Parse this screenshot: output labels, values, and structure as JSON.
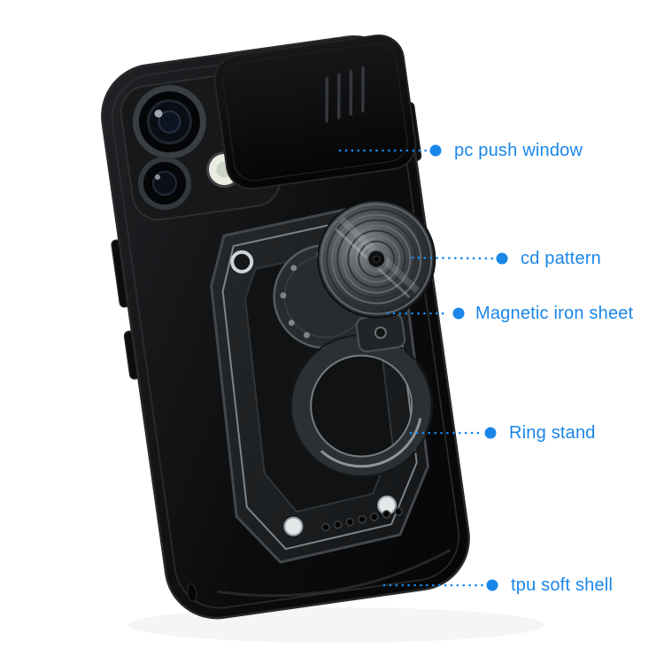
{
  "colors": {
    "accent": "#1a86e8",
    "background": "#ffffff",
    "case_black": "#0e0f10",
    "metal_silver": "#8e959a",
    "flash_white": "#e9ece0"
  },
  "product": {
    "type": "armor phone case with slide camera cover and ring kickstand",
    "case_color": "black"
  },
  "callouts": [
    {
      "id": "pc-push-window",
      "label": "pc push window",
      "line_from": [
        384,
        170
      ],
      "dot": [
        492,
        170
      ],
      "text": [
        513,
        170
      ]
    },
    {
      "id": "cd-pattern",
      "label": "cd pattern",
      "line_from": [
        466,
        291
      ],
      "dot": [
        567,
        292
      ],
      "text": [
        588,
        292
      ]
    },
    {
      "id": "magnetic-iron-sheet",
      "label": "Magnetic iron sheet",
      "line_from": [
        438,
        354
      ],
      "dot": [
        518,
        354
      ],
      "text": [
        537,
        354
      ]
    },
    {
      "id": "ring-stand",
      "label": "Ring stand",
      "line_from": [
        464,
        489
      ],
      "dot": [
        554,
        489
      ],
      "text": [
        575,
        489
      ]
    },
    {
      "id": "tpu-soft-shell",
      "label": "tpu soft shell",
      "line_from": [
        434,
        661
      ],
      "dot": [
        556,
        661
      ],
      "text": [
        577,
        661
      ]
    }
  ]
}
